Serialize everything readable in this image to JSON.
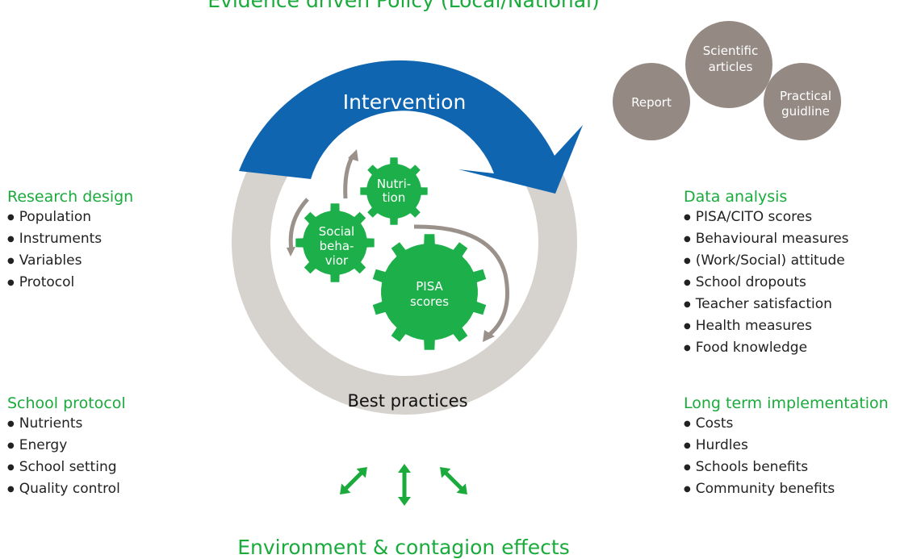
{
  "top_title": "Evidence driven Policy (Local/National)",
  "bottom_title": "Environment & contagion effects",
  "ring": {
    "intervention_label": "Intervention",
    "best_practices_label": "Best practices"
  },
  "gears": {
    "nutrition": [
      "Nutri-",
      "tion"
    ],
    "social": [
      "Social",
      "beha-",
      "vior"
    ],
    "pisa": [
      "PISA",
      "scores"
    ]
  },
  "outputs": {
    "report": [
      "Report"
    ],
    "scientific": [
      "Scientific",
      "articles"
    ],
    "practical": [
      "Practical",
      "guidline"
    ]
  },
  "research_design": {
    "title": "Research design",
    "items": [
      "Population",
      "Instruments",
      "Variables",
      "Protocol"
    ]
  },
  "school_protocol": {
    "title": "School protocol",
    "items": [
      "Nutrients",
      "Energy",
      "School setting",
      "Quality control"
    ]
  },
  "data_analysis": {
    "title": "Data analysis",
    "items": [
      "PISA/CITO scores",
      "Behavioural measures",
      "(Work/Social) attitude",
      "School dropouts",
      "Teacher satisfaction",
      "Health measures",
      "Food knowledge"
    ]
  },
  "long_term": {
    "title": "Long term implementation",
    "items": [
      "Costs",
      "Hurdles",
      "Schools benefits",
      "Community benefits"
    ]
  },
  "colors": {
    "green": "#1aab3c",
    "gear_green": "#1db04a",
    "blue": "#0f65b0",
    "ring_grey": "#d6d2ce",
    "bubble_grey": "#948a83",
    "arrow_grey": "#9a918b"
  }
}
